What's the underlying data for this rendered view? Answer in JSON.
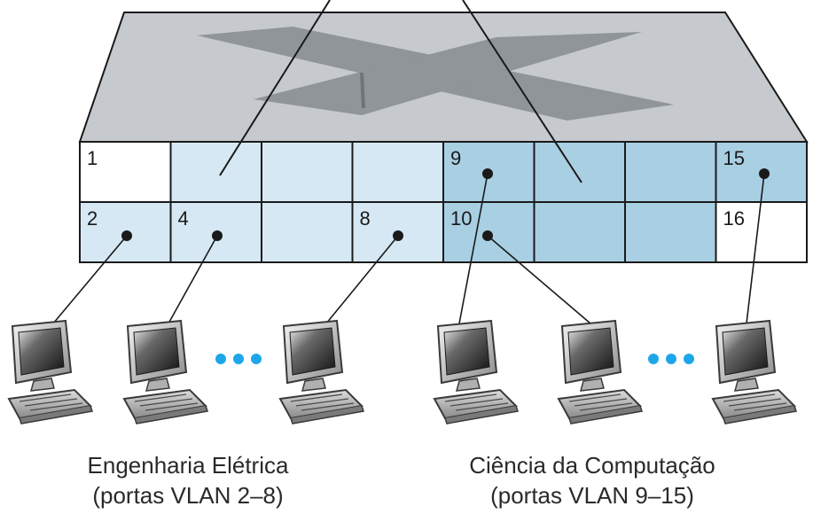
{
  "switch": {
    "rows": [
      [
        "1",
        "",
        "",
        "",
        "9",
        "",
        "",
        "15"
      ],
      [
        "2",
        "4",
        "",
        "8",
        "10",
        "",
        "",
        "16"
      ]
    ],
    "colors": {
      "unassigned": "#ffffff",
      "vlan_ee": "#d6e8f3",
      "vlan_cs": "#a9cfe3",
      "top_surface": "#c6c9cd",
      "front_face": "#d2d4d7",
      "x_mark": "#8f9599",
      "outline": "#1a1a1a"
    },
    "port_groups": [
      [
        "unassigned",
        "vlan_ee",
        "vlan_ee",
        "vlan_ee",
        "vlan_cs",
        "vlan_cs",
        "vlan_cs",
        "vlan_cs"
      ],
      [
        "vlan_ee",
        "vlan_ee",
        "vlan_ee",
        "vlan_ee",
        "vlan_cs",
        "vlan_cs",
        "vlan_cs",
        "unassigned"
      ]
    ]
  },
  "ellipsis_color": "#1ea7e8",
  "groups": {
    "electrical_engineering": {
      "name": "Engenharia Elétrica",
      "ports": "(portas VLAN 2–8)"
    },
    "computer_science": {
      "name": "Ciência da Computação",
      "ports": "(portas VLAN 9–15)"
    }
  }
}
